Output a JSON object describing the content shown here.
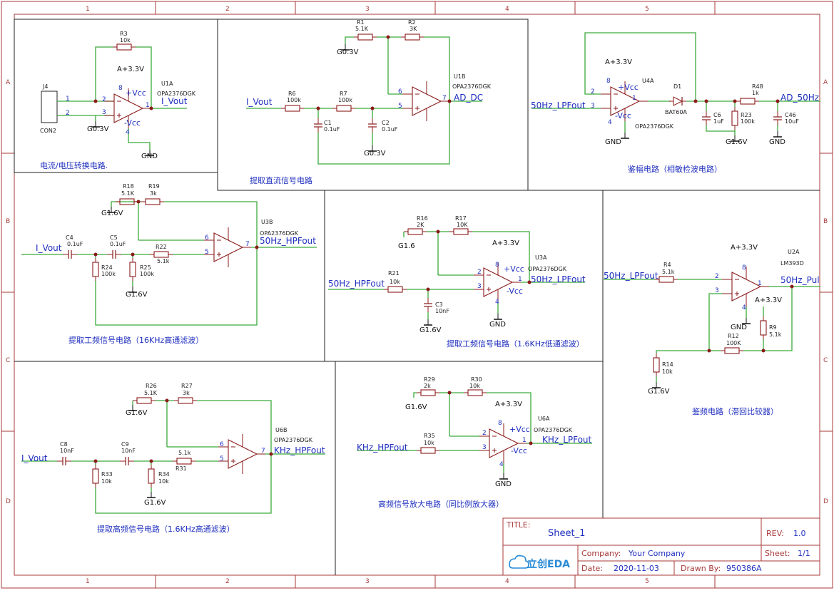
{
  "frame": {
    "columns": [
      "1",
      "2",
      "3",
      "4",
      "5"
    ],
    "rows": [
      "A",
      "B",
      "C",
      "D"
    ]
  },
  "title_block": {
    "title_label": "TITLE:",
    "title": "Sheet_1",
    "rev_label": "REV:",
    "rev": "1.0",
    "company_label": "Company:",
    "company": "Your Company",
    "sheet_label": "Sheet:",
    "sheet": "1/1",
    "date_label": "Date:",
    "date": "2020-11-03",
    "drawn_label": "Drawn By:",
    "drawn_by": "950386A",
    "logo": "立创EDA"
  },
  "blocks": {
    "iv": "电流/电压转换电路.",
    "dc": "提取直流信号电路",
    "amp": "鉴幅电路（相敏检波电路）",
    "hp16": "提取工频信号电路（16KHz高通滤波）",
    "lp16": "提取工频信号电路（1.6KHz低通滤波）",
    "freq": "鉴频电路（滞回比较器）",
    "hp1k6": "提取高频信号电路（1.6KHz高通滤波）",
    "hfamp": "高频信号放大电路（同比例放大器）"
  },
  "nets": {
    "i_vout": "I_Vout",
    "ad_dc": "AD_DC",
    "ad_50hz": "AD_50Hz",
    "hp50": "50Hz_HPFout",
    "lp50": "50Hz_LPFout",
    "pul50": "50Hz_Pul",
    "khz_hp": "KHz_HPFout",
    "khz_lp": "KHz_LPFout"
  },
  "power": {
    "a33": "A+3.3V",
    "g03": "G0.3V",
    "g16": "G1.6V",
    "g16s": "G1.6",
    "gnd": "GND",
    "pvcc": "+Vcc",
    "nvcc": "-Vcc"
  },
  "parts": {
    "j4": "J4",
    "con2": "CON2",
    "u1a": "U1A",
    "u1b": "U1B",
    "u3a": "U3A",
    "u3b": "U3B",
    "u4a": "U4A",
    "u6a": "U6A",
    "u6b": "U6B",
    "u2a": "U2A",
    "opa": "OPA2376DGK",
    "lm393": "LM393D",
    "d1": "D1",
    "bat60a": "BAT60A",
    "r1": "R1",
    "r2": "R2",
    "r3": "R3",
    "r4": "R4",
    "r6": "R6",
    "r7": "R7",
    "r9": "R9",
    "r12": "R12",
    "r14": "R14",
    "r16": "R16",
    "r17": "R17",
    "r18": "R18",
    "r19": "R19",
    "r21": "R21",
    "r22": "R22",
    "r23": "R23",
    "r24": "R24",
    "r25": "R25",
    "r26": "R26",
    "r27": "R27",
    "r29": "R29",
    "r30": "R30",
    "r31": "R31",
    "r33": "R33",
    "r34": "R34",
    "r35": "R35",
    "r48": "R48",
    "c1": "C1",
    "c2": "C2",
    "c3": "C3",
    "c4": "C4",
    "c5": "C5",
    "c6": "C6",
    "c8": "C8",
    "c9": "C9",
    "c46": "C46"
  },
  "values": {
    "v10k": "10k",
    "v10K": "10K",
    "v5k1": "5.1K",
    "v5k1l": "5.1k",
    "v3K": "3K",
    "v3k": "3k",
    "v2K": "2K",
    "v2k": "2k",
    "v100k": "100k",
    "v100K": "100K",
    "v1k": "1k",
    "v1uF": "1uF",
    "v10uF": "10uF",
    "v01uF": "0.1uF",
    "v10nF": "10nF"
  },
  "pins": {
    "p1": "1",
    "p2": "2",
    "p3": "3",
    "p4": "4",
    "p5": "5",
    "p6": "6",
    "p7": "7",
    "p8": "8"
  }
}
